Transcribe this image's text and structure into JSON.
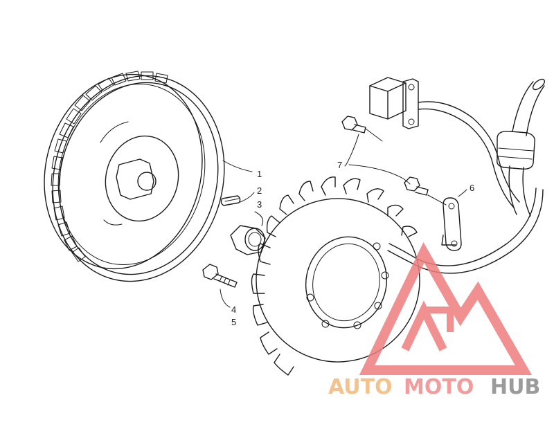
{
  "callouts": {
    "c1": "1",
    "c2": "2",
    "c3": "3",
    "c4": "4",
    "c5": "5",
    "c6": "6",
    "c7": "7"
  },
  "watermark": {
    "part1": "AUTO",
    "part2": "MOTO",
    "part3": "HUB",
    "colors": {
      "auto": "#f3b97a",
      "moto": "#f08c8c",
      "hub": "#8a8a8a",
      "triangle": "#ef7d7d"
    }
  }
}
